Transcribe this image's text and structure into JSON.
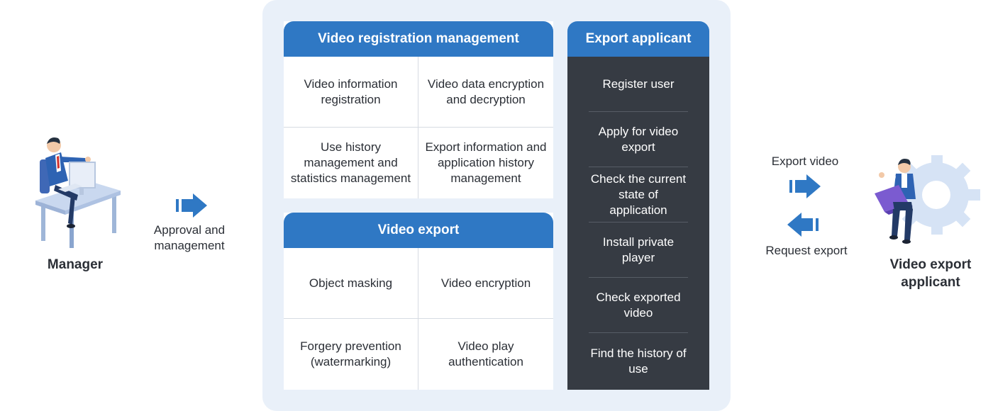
{
  "manager": {
    "label": "Manager"
  },
  "approval": {
    "caption": "Approval and management"
  },
  "registration": {
    "title": "Video registration management",
    "items": [
      "Video information registration",
      "Video data encryption and decryption",
      "Use history management and statistics management",
      "Export information and application history management"
    ]
  },
  "export": {
    "title": "Video export",
    "items": [
      "Object masking",
      "Video encryption",
      "Forgery prevention (watermarking)",
      "Video play authentication"
    ]
  },
  "applicant_panel": {
    "title": "Export applicant",
    "items": [
      "Register user",
      "Apply for video export",
      "Check the current state of application",
      "Install private player",
      "Check exported video",
      "Find the history of use"
    ]
  },
  "flows": {
    "export_video": "Export video",
    "request_export": "Request export"
  },
  "applicant": {
    "label": "Video export applicant"
  },
  "colors": {
    "accent": "#2f78c4",
    "panel": "#e9f0f9",
    "dark": "#363b43"
  }
}
